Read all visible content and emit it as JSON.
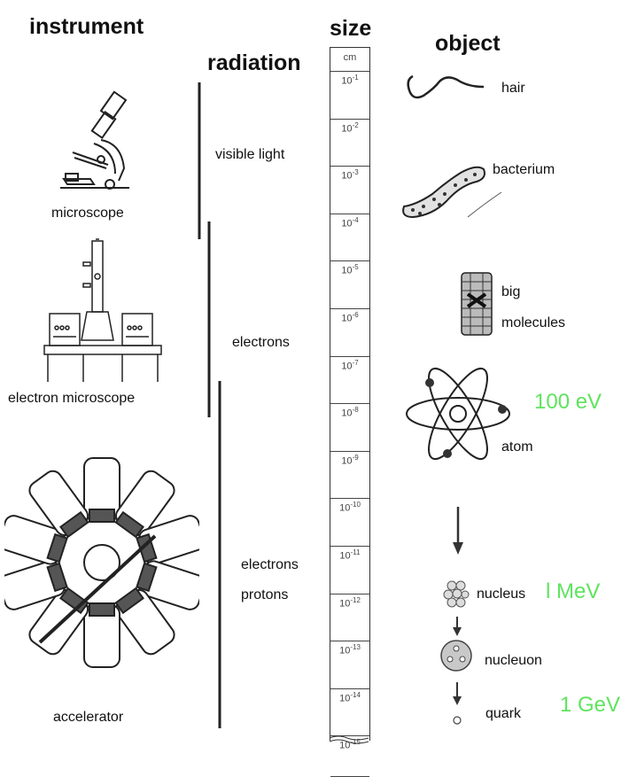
{
  "headers": {
    "instrument": "instrument",
    "radiation": "radiation",
    "size": "size",
    "object": "object"
  },
  "instruments": {
    "microscope": "microscope",
    "electron_microscope": "electron microscope",
    "accelerator": "accelerator"
  },
  "radiation": {
    "visible_light": "visible light",
    "electrons": "electrons",
    "electrons_protons_line1": "electrons",
    "electrons_protons_line2": "protons"
  },
  "scale": {
    "unit": "cm",
    "ticks": [
      {
        "base": "10",
        "exp": "-1"
      },
      {
        "base": "10",
        "exp": "-2"
      },
      {
        "base": "10",
        "exp": "-3"
      },
      {
        "base": "10",
        "exp": "-4"
      },
      {
        "base": "10",
        "exp": "-5"
      },
      {
        "base": "10",
        "exp": "-6"
      },
      {
        "base": "10",
        "exp": "-7"
      },
      {
        "base": "10",
        "exp": "-8"
      },
      {
        "base": "10",
        "exp": "-9"
      },
      {
        "base": "10",
        "exp": "-10"
      },
      {
        "base": "10",
        "exp": "-11"
      },
      {
        "base": "10",
        "exp": "-12"
      },
      {
        "base": "10",
        "exp": "-13"
      },
      {
        "base": "10",
        "exp": "-14"
      },
      {
        "base": "10",
        "exp": "-15"
      }
    ]
  },
  "objects": {
    "hair": "hair",
    "bacterium": "bacterium",
    "big_molecules_line1": "big",
    "big_molecules_line2": "molecules",
    "atom": "atom",
    "nucleus": "nucleus",
    "nucleon": "nucleuon",
    "quark": "quark"
  },
  "energies": {
    "atom": "100 eV",
    "nucleus": "l MeV",
    "quark": "1 GeV"
  },
  "colors": {
    "energy": "#5ee45e"
  }
}
